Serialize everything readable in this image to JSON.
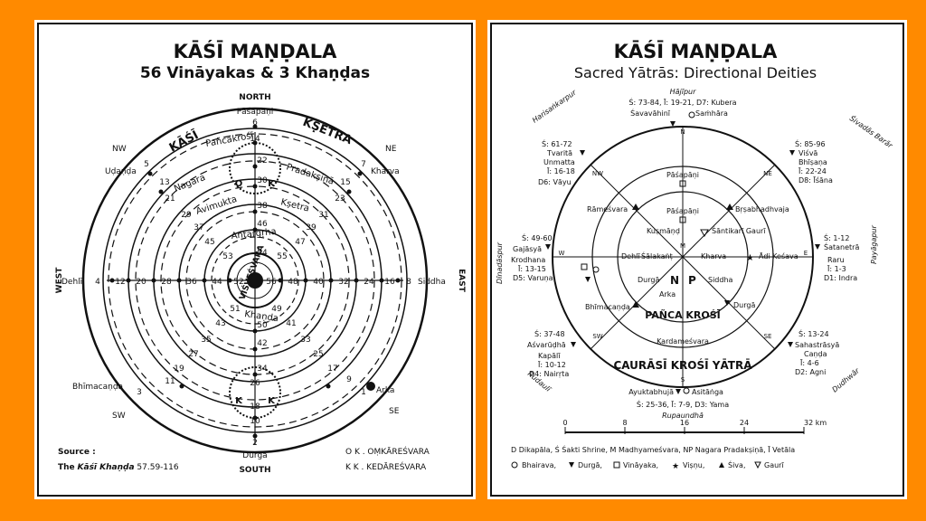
{
  "colors": {
    "background": "#FF8A00",
    "panel": "#FFFFFF",
    "ink": "#111111"
  },
  "left": {
    "title": "KĀŚĪ MAṆḌALA",
    "subtitle": "56 Vināyakas & 3 Khaṇḍas",
    "directions": {
      "north": "NORTH",
      "south": "SOUTH",
      "east": "EAST",
      "west": "WEST",
      "ne": "NE",
      "nw": "NW",
      "se": "SE",
      "sw": "SW"
    },
    "arc_labels": {
      "kashi": "KĀŚĪ",
      "ksetra": "KṢETRA",
      "pancakrosi": "Pañcakrośī",
      "nagara": "Nagara",
      "pradaksina": "Pradakṣiṇā",
      "avimukta": "Avimukta",
      "ksetra2": "Kṣetra",
      "antargrha": "Antargṛha",
      "visvesvara": "VIŚVEŚVARA",
      "khanda": "Khaṇḍa"
    },
    "places": {
      "pasapani": "Pāśapāṇi",
      "udanda": "Uḍaṇḍa",
      "kharva": "Kharva",
      "dehli": "Dehlī",
      "siddha": "Siddha",
      "bhimacanda": "Bhīmacaṇḍa",
      "arka": "Arka",
      "durga": "Durgā"
    },
    "numbers": {
      "n6": "6",
      "n14": "14",
      "n22": "22",
      "n30": "30",
      "n38": "38",
      "n46": "46",
      "n54": "54",
      "n5": "5",
      "n13": "13",
      "n21": "21",
      "n29": "29",
      "n37": "37",
      "n45": "45",
      "n53": "53",
      "n7": "7",
      "n15": "15",
      "n23": "23",
      "n31": "31",
      "n39": "39",
      "n47": "47",
      "n55": "55",
      "n4": "4",
      "n12": "12",
      "n20": "20",
      "n28": "28",
      "n36": "36",
      "n44": "44",
      "n52": "52",
      "n56": "56",
      "n48": "48",
      "n40": "40",
      "n32": "32",
      "n24": "24",
      "n16": "16",
      "n8": "8",
      "n51": "51",
      "n43": "43",
      "n35": "35",
      "n27": "27",
      "n19": "19",
      "n11": "11",
      "n3": "3",
      "n49": "49",
      "n41": "41",
      "n33": "33",
      "n25": "25",
      "n17": "17",
      "n9": "9",
      "n1": "1",
      "n50": "50",
      "n42": "42",
      "n34": "34",
      "n26": "26",
      "n18": "18",
      "n10": "10",
      "n2": "2"
    },
    "khanda_letters": {
      "o": "O",
      "k1": "K",
      "k2": "K",
      "k3": "K"
    },
    "source_label": "Source :",
    "source_prefix": "The",
    "source_book": "Kāśī Khaṇḍa",
    "source_ref": "57.59-116",
    "legend_ok": "O K .  OṂKĀREŚVARA",
    "legend_kk": "K K .  KEDĀREŚVARA"
  },
  "right": {
    "title": "KĀŚĪ MAṆḌALA",
    "subtitle": "Sacred Yātrās: Directional Deities",
    "outer_places": {
      "hajipur": "Hājīpur",
      "sivadas": "Śivadās Barār",
      "payagpur": "Payāgapur",
      "dudhwar": "Dudhwār",
      "rupaundha": "Rupaundhā",
      "rudauli": "Rudaulī",
      "dinadaspur": "Dīnadāspur",
      "harisankarpur": "Harisaṅkarpur"
    },
    "dir": {
      "n": "N",
      "ne": "NE",
      "e": "E",
      "se": "SE",
      "s": "S",
      "sw": "SW",
      "w": "W",
      "nw": "NW",
      "m": "M",
      "np_n": "N",
      "np_p": "P"
    },
    "north": {
      "line": "Ś: 73-84, Ī: 19-21, D7: Kubera",
      "deities": "Śavavāhinī",
      "bhairava": "Saṁhāra"
    },
    "ne": {
      "line1": "Ś: 85-96",
      "line2": "Viśvā",
      "line3": "Bhīṣaṇa",
      "line4": "Ī: 22-24",
      "line5": "D8: Īśāna"
    },
    "east": {
      "line1": "Ś: 1-12",
      "line2": "Śatanetrā",
      "line3": "Raru",
      "line4": "Ī: 1-3",
      "line5": "D1: Indra"
    },
    "se": {
      "line1": "Ś: 13-24",
      "line2": "Sahastrāsyā",
      "line3": "Caṇḍa",
      "line4": "Ī: 4-6",
      "line5": "D2: Agni"
    },
    "south": {
      "line1": "Ayuktabhujā",
      "line1b": "Asitāṅga",
      "line2": "Ś: 25-36, Ī: 7-9, D3: Yama"
    },
    "sw": {
      "line1": "Ś: 37-48",
      "line2": "Aśvarūḍhā",
      "line3": "Kapālī",
      "line4": "Ī: 10-12",
      "line5": "D4: Nairṛta"
    },
    "west": {
      "line1": "Ś: 49-60",
      "line2": "Gajāsyā",
      "line3": "Krodhana",
      "line4": "Ī: 13-15",
      "line5": "D5: Varuṇa"
    },
    "nw": {
      "line1": "Ś: 61-72",
      "line2": "Tvaritā",
      "line3": "Unmatta",
      "line4": "Ī: 16-18",
      "line5": "D6: Vāyu"
    },
    "inner": {
      "pasapani1": "Pāśapāṇi",
      "rameshvara": "Rāmeśvara",
      "brsabhadhvaja": "Bṛṣabhadhvaja",
      "pasapani2": "Pāśapāṇi",
      "kusmanda": "Kuṣmāṇḍ",
      "santikari": "Śāntikarī Gaurī",
      "dehli": "Dehlī",
      "salakant": "Śālakaṅṭ",
      "kharva": "Kharva",
      "adi": "Ādi Keśava",
      "durga1": "Durgā",
      "siddha": "Siddha",
      "arka": "Arka",
      "bhimacanda": "Bhīmacaṇḍa",
      "durga2": "Durgā",
      "kardamesvara": "Kardameśvara"
    },
    "arc_pancakrosi": "PAÑCA KROŚĪ",
    "arc_caurasi": "CAURĀSĪ KROŚĪ YĀTRĀ",
    "scale_ticks": [
      "0",
      "8",
      "16",
      "24",
      "32 km"
    ],
    "legend_line1": "D  Dikapāla, Ś  Śakti Shrine, M  Madhyameśvara, NP  Nagara Pradakṣiṇā, Ī  Vetāla",
    "legend_line2": [
      "Bhairava,",
      "Durgā,",
      "Vināyaka,",
      "Viṣṇu,",
      "Śiva,",
      "Gaurī"
    ]
  }
}
